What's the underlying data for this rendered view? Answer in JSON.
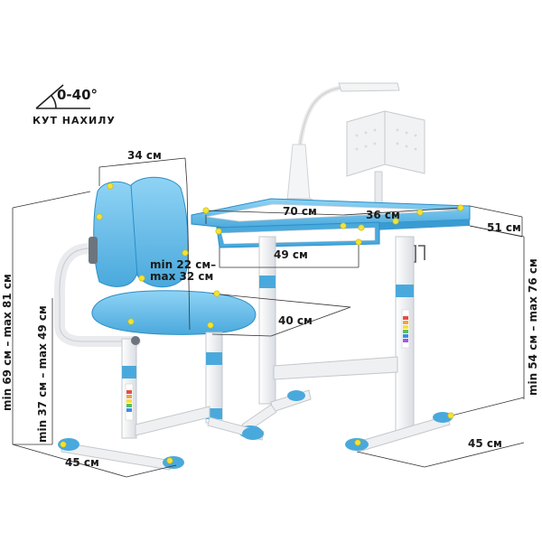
{
  "tilt": {
    "range": "0-40°",
    "caption": "КУТ НАХИЛУ"
  },
  "chair": {
    "backrest_width": "34 см",
    "backrest_height": "min 22 см–\nmax 32 см",
    "seat_depth": "40 см",
    "base_width": "45 см",
    "seat_height": "min 37 см – max 49 см",
    "total_height": "min 69 см – max 81 см"
  },
  "desk": {
    "top_width": "70 см",
    "shelf_width": "36 см",
    "top_depth": "51 см",
    "drawer_width": "49 см",
    "height": "min 54 см – max 76 см",
    "base_depth": "45 см"
  },
  "colors": {
    "accent": "#5bb7e6",
    "accent_dark": "#2a8ec7",
    "frame": "#f2f3f5",
    "marker": "#f3e23b",
    "line": "#333333"
  }
}
